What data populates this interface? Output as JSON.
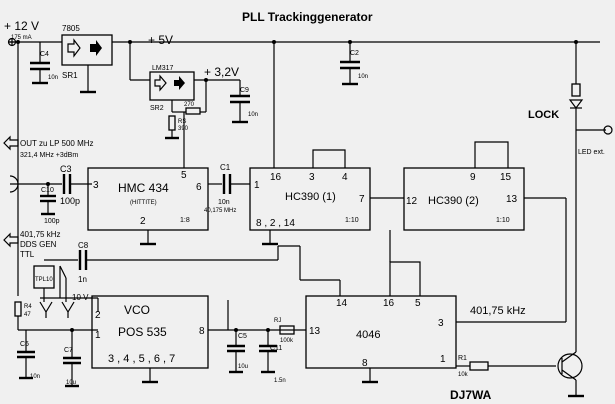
{
  "title": "PLL  Trackinggenerator",
  "author": "DJ7WA",
  "supply": {
    "v12": "+ 12 V",
    "i175": "175 mA",
    "v5": "+ 5V",
    "v32": "+ 3,2V",
    "v10": "10 V"
  },
  "regulators": {
    "r7805": "7805",
    "sr1": "SR1",
    "lm317": "LM317",
    "sr2": "SR2",
    "r270": "270",
    "rs": "RS",
    "r390": "390"
  },
  "caps": {
    "c4": "C4",
    "c4v": "10n",
    "c2": "C2",
    "c2v": "10n",
    "c9": "C9",
    "c9v": "10n",
    "c3": "C3",
    "c3v": "100p",
    "c10": "C10",
    "c10v": "100p",
    "c1": "C1",
    "c1v": "10n",
    "c8": "C8",
    "c8v": "1n",
    "c6": "C6",
    "c6v": "10n",
    "c7": "C7",
    "c7v": "10u",
    "c5": "C5",
    "c5v": "10u",
    "c11": "C11",
    "c11v": "1.5n"
  },
  "io": {
    "out1": "OUT zu LP 500 MHz",
    "out2": "321,4 MHz    +3dBm",
    "in1": "401,75 kHz",
    "in2": "DDS   GEN",
    "in3": "TTL",
    "lock": "LOCK",
    "led_ext": "LED ext.",
    "freq": "401,75   kHz",
    "clk": "40,175 MHz"
  },
  "hmc": {
    "name": "HMC 434",
    "sub": "(HITTITE)",
    "ratio": "1:8",
    "p3": "3",
    "p5": "5",
    "p6": "6",
    "p2": "2"
  },
  "hc1": {
    "name": "HC390 (1)",
    "ratio": "1:10",
    "p1": "1",
    "p16": "16",
    "p3": "3",
    "p4": "4",
    "p7": "7",
    "gnd": "8 , 2 , 14"
  },
  "hc2": {
    "name": "HC390 (2)",
    "ratio": "1:10",
    "p9": "9",
    "p15": "15",
    "p12": "12",
    "p13": "13"
  },
  "vco": {
    "name": "VCO",
    "part": "POS 535",
    "p2": "2",
    "p1": "1",
    "p8": "8",
    "gnd": "3 , 4 , 5 , 6 , 7"
  },
  "pll": {
    "name": "4046",
    "p14": "14",
    "p16": "16",
    "p5": "5",
    "p13": "13",
    "p3": "3",
    "p8": "8",
    "p1": "1"
  },
  "res": {
    "r1": "R1",
    "r1v": "10k",
    "rj": "RJ",
    "rjv": "100k",
    "r4": "R4",
    "r4v": "47",
    "rtp": "TPL10"
  }
}
